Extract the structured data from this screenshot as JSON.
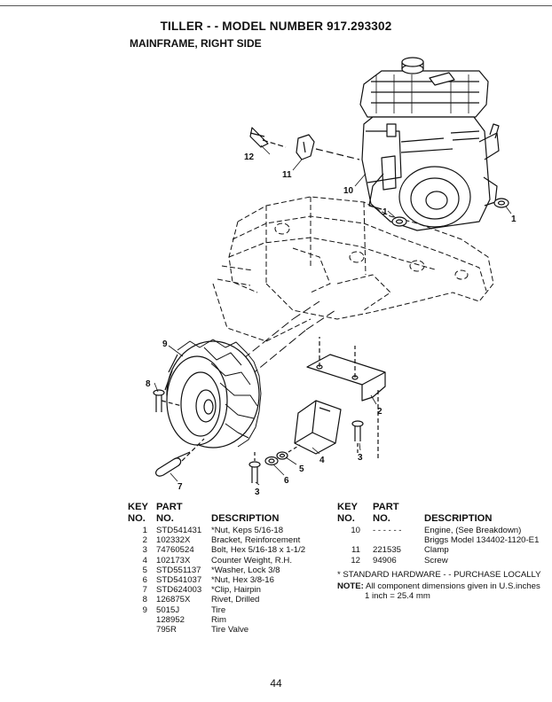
{
  "header": {
    "title": "TILLER - - MODEL NUMBER 917.293302",
    "subtitle": "MAINFRAME, RIGHT SIDE"
  },
  "callouts": [
    "1",
    "1",
    "2",
    "3",
    "3",
    "4",
    "5",
    "6",
    "7",
    "8",
    "9",
    "10",
    "11",
    "12"
  ],
  "parts_table": {
    "col_key": [
      "KEY",
      "NO."
    ],
    "col_part": [
      "PART",
      "NO."
    ],
    "col_desc": "DESCRIPTION",
    "left_rows": [
      {
        "key": "1",
        "part": "STD541431",
        "desc": "*Nut, Keps 5/16-18"
      },
      {
        "key": "2",
        "part": "102332X",
        "desc": "Bracket, Reinforcement"
      },
      {
        "key": "3",
        "part": "74760524",
        "desc": "Bolt, Hex 5/16-18 x 1-1/2"
      },
      {
        "key": "4",
        "part": "102173X",
        "desc": "Counter Weight, R.H."
      },
      {
        "key": "5",
        "part": "STD551137",
        "desc": "*Washer, Lock 3/8"
      },
      {
        "key": "6",
        "part": "STD541037",
        "desc": "*Nut, Hex 3/8-16"
      },
      {
        "key": "7",
        "part": "STD624003",
        "desc": "*Clip, Hairpin"
      },
      {
        "key": "8",
        "part": "126875X",
        "desc": "Rivet, Drilled"
      },
      {
        "key": "9",
        "part": "5015J",
        "desc": "Tire"
      },
      {
        "key": "",
        "part": "128952",
        "desc": "Rim"
      },
      {
        "key": "",
        "part": "795R",
        "desc": "Tire Valve"
      }
    ],
    "right_rows": [
      {
        "key": "10",
        "part": "- - - - - -",
        "desc": "Engine, (See Breakdown)"
      },
      {
        "key": "",
        "part": "",
        "desc": "Briggs Model 134402-1120-E1"
      },
      {
        "key": "11",
        "part": "221535",
        "desc": "Clamp"
      },
      {
        "key": "12",
        "part": "94906",
        "desc": "Screw"
      }
    ]
  },
  "notes": {
    "standard_hardware": "* STANDARD HARDWARE - - PURCHASE LOCALLY",
    "note_label": "NOTE:",
    "note_text": "All component dimensions given in U.S.inches",
    "note_conv": "1 inch = 25.4 mm"
  },
  "page_number": "44"
}
